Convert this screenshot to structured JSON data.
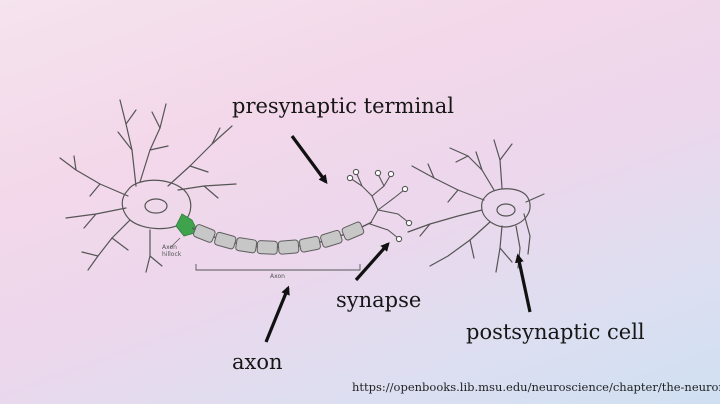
{
  "labels": {
    "presynaptic_terminal": "presynaptic terminal",
    "synapse": "synapse",
    "axon": "axon",
    "postsynaptic_cell": "postsynaptic cell",
    "axon_small": "Axon",
    "axon_hillock_line1": "Axon",
    "axon_hillock_line2": "hillock"
  },
  "source_url": "https://openbooks.lib.msu.edu/neuroscience/chapter/the-neuron/",
  "colors": {
    "myelin_fill": "#c7c7c7",
    "myelin_stroke": "#5e5e5e",
    "axon_hillock": "#3fa34d",
    "outline": "#555555",
    "arrow": "#111111",
    "label_text": "#161616"
  }
}
